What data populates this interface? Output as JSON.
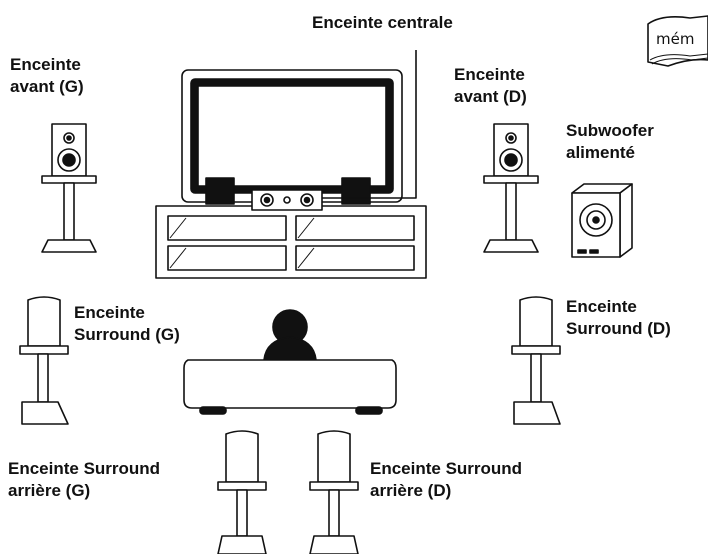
{
  "labels": {
    "center": "Enceinte centrale",
    "front_left_line1": "Enceinte",
    "front_left_line2": "avant (G)",
    "front_right_line1": "Enceinte",
    "front_right_line2": "avant (D)",
    "subwoofer_line1": "Subwoofer",
    "subwoofer_line2": "alimenté",
    "surround_left_line1": "Enceinte",
    "surround_left_line2": "Surround (G)",
    "surround_right_line1": "Enceinte",
    "surround_right_line2": "Surround (D)",
    "surround_back_left_line1": "Enceinte Surround",
    "surround_back_left_line2": "arrière (G)",
    "surround_back_right_line1": "Enceinte Surround",
    "surround_back_right_line2": "arrière (D)"
  },
  "memo": {
    "text": "mém",
    "icon": "open-book-icon"
  }
}
